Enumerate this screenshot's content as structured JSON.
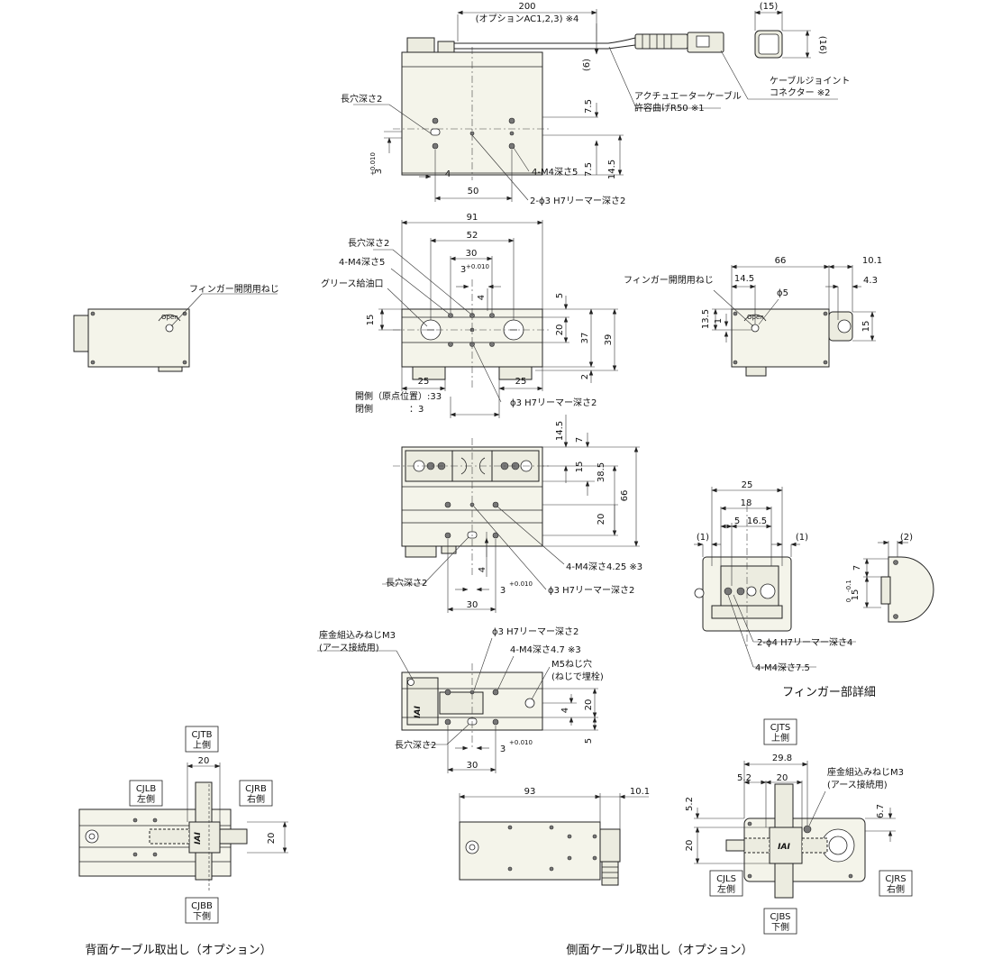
{
  "labels": {
    "d200": "200",
    "opt_ac": "(オプションAC1,2,3) ※4",
    "d15p": "(15)",
    "d16p": "(16)",
    "d6p": "(6)",
    "joint1": "ケーブルジョイント",
    "joint2": "コネクター ※2",
    "act1": "アクチュエーターケーブル",
    "act2": "許容曲げR50 ※1",
    "slot1": "長穴深さ2",
    "d7_5a": "7.5",
    "d7_5b": "7.5",
    "d14_5a": "14.5",
    "tol3a": "3",
    "tolsup": "+0.010",
    "tolsub": "0",
    "d4a": "4",
    "m4d5a": "4-M4深さ5",
    "d50": "50",
    "phi3a": "2-ϕ3 H7リーマー深さ2",
    "d91": "91",
    "d52": "52",
    "d30a": "30",
    "slot2": "長穴深さ2",
    "m4d5b": "4-M4深さ5",
    "grease": "グリース給油口",
    "tol3b": "3",
    "d4b": "4",
    "d5a": "5",
    "d15a": "15",
    "d20a": "20",
    "d37": "37",
    "d39": "39",
    "d2": "2",
    "d25a": "25",
    "d25b": "25",
    "phi3b": "ϕ3 H7リーマー深さ2",
    "open1": "開側（原点位置）:33",
    "open2": "閉側　　　　：3",
    "finger_screw_l": "フィンガー開閉用ねじ",
    "open_word": "Open",
    "finger_screw_r": "フィンガー開閉用ねじ",
    "d66a": "66",
    "d10_1a": "10.1",
    "d14_5b": "14.5",
    "phi5": "ϕ5",
    "d4_3": "4.3",
    "d13_5": "13.5",
    "d1a": "1",
    "d15b": "15",
    "d14_5c": "14.5",
    "d7a": "7",
    "d15c": "15",
    "d38_5": "38.5",
    "d66b": "66",
    "d20b": "20",
    "d4c": "4",
    "slot3": "長穴深さ2",
    "tol3c": "3",
    "d30b": "30",
    "m4d425": "4-M4深さ4.25 ※3",
    "phi3c": "ϕ3 H7リーマー深さ2",
    "d25c": "25",
    "d18": "18",
    "d5b": "5",
    "d16_5": "16.5",
    "d1p_l": "(1)",
    "d1p_r": "(1)",
    "d2p": "(2)",
    "d7b": "7",
    "tol15": "15",
    "tol15sub": "-0.1",
    "tol15sup": "0",
    "phi4": "2-ϕ4 H7リーマー深さ4",
    "m4d75": "4-M4深さ7.5",
    "finger_detail": "フィンガー部詳細",
    "washer1": "座金組込みねじM3",
    "washer1b": "(アース接続用)",
    "phi3d": "ϕ3 H7リーマー深さ2",
    "m4d47": "4-M4深さ4.7 ※3",
    "m5": "M5ねじ穴",
    "m5b": "(ねじで埋栓)",
    "d4d": "4",
    "d20c": "20",
    "d5c": "5",
    "slot4": "長穴深さ2",
    "tol3d": "3",
    "d30c": "30",
    "logo": "IAI",
    "cjtb": "CJTB",
    "cjtb_s": "上側",
    "cjlb": "CJLB",
    "cjlb_s": "左側",
    "cjrb": "CJRB",
    "cjrb_s": "右側",
    "cjbb": "CJBB",
    "cjbb_s": "下側",
    "d20d": "20",
    "d20e": "20",
    "back_title": "背面ケーブル取出し（オプション）",
    "d93": "93",
    "d10_1b": "10.1",
    "side_title": "側面ケーブル取出し（オプション）",
    "cjts": "CJTS",
    "cjts_s": "上側",
    "d29_8": "29.8",
    "d5_2a": "5.2",
    "d20f": "20",
    "washer2": "座金組込みねじM3",
    "washer2b": "(アース接続用)",
    "d5_2b": "5.2",
    "d6_7": "6.7",
    "d20g": "20",
    "cjls": "CJLS",
    "cjls_s": "左側",
    "cjrs": "CJRS",
    "cjrs_s": "右側",
    "cjbs": "CJBS",
    "cjbs_s": "下側"
  }
}
